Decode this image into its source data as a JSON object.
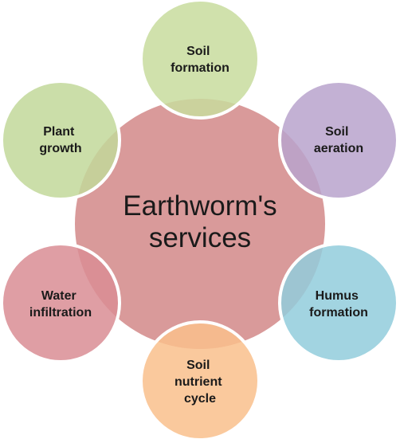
{
  "center": {
    "line1": "Earthworm's",
    "line2": "services",
    "color": "#D99A9A"
  },
  "nodes": [
    {
      "id": "soil-formation",
      "lines": [
        "Soil",
        "formation"
      ],
      "color": "#C8DC9E"
    },
    {
      "id": "soil-aeration",
      "lines": [
        "Soil",
        "aeration"
      ],
      "color": "#B8A3CC"
    },
    {
      "id": "humus-formation",
      "lines": [
        "Humus",
        "formation"
      ],
      "color": "#92CDDC"
    },
    {
      "id": "soil-nutrient-cycle",
      "lines": [
        "Soil",
        "nutrient",
        "cycle"
      ],
      "color": "#F9C08C"
    },
    {
      "id": "water-infiltration",
      "lines": [
        "Water",
        "infiltration"
      ],
      "color": "#D98D94"
    },
    {
      "id": "plant-growth",
      "lines": [
        "Plant",
        "growth"
      ],
      "color": "#C2D89A"
    }
  ]
}
